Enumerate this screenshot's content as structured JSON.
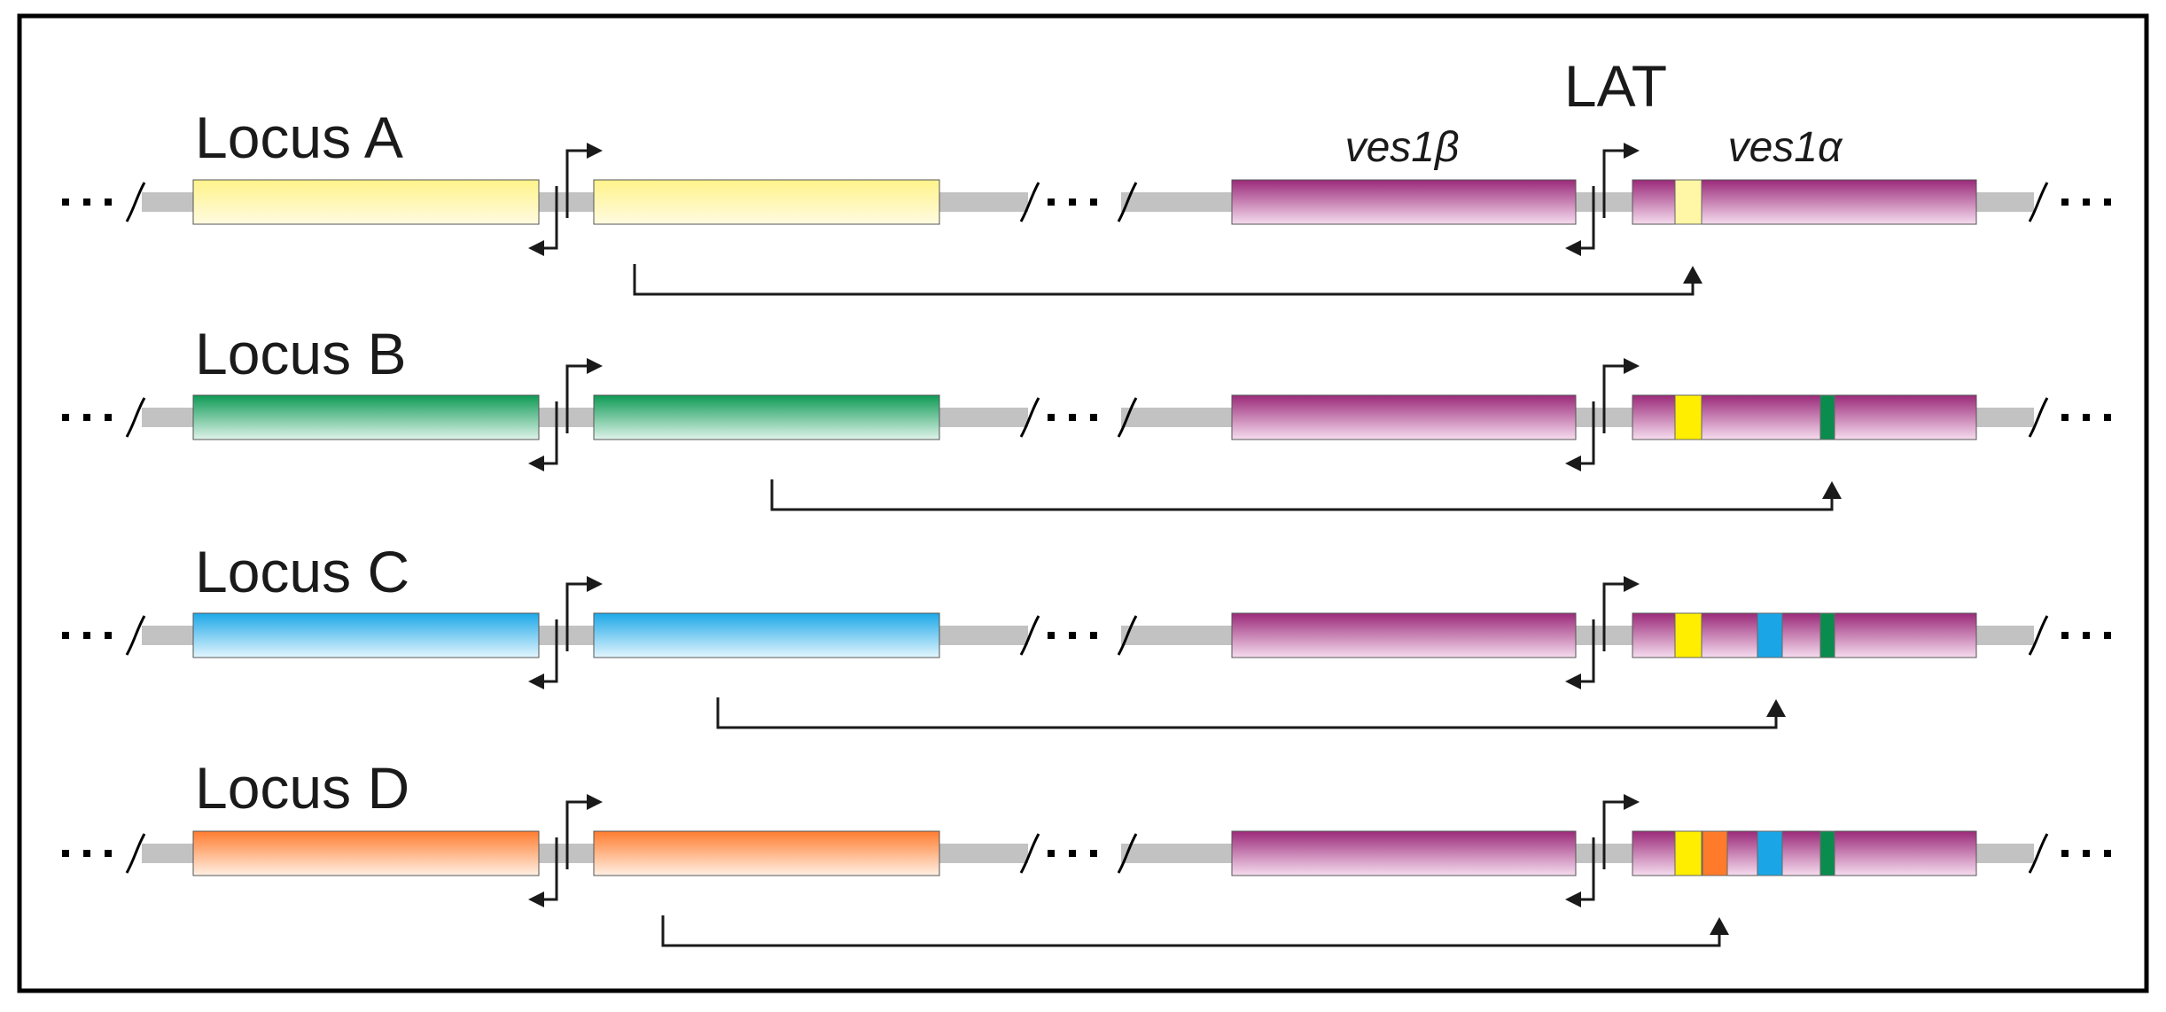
{
  "title": "LAT",
  "gene_labels": {
    "beta": "ves1β",
    "alpha": "ves1α"
  },
  "colors": {
    "border": "#000000",
    "backbone": "#c2c2c2",
    "ves1": "#9b2a7a",
    "ves1_light": "#f5dcee",
    "arrow": "#1a1a1a",
    "insert_yellow": "#ffee00",
    "insert_pale_yellow": "#fff7a6",
    "insert_green": "#0a8c4e",
    "insert_blue": "#1aa6e6",
    "insert_orange": "#ff7a2a"
  },
  "loci": [
    {
      "name": "Locus A",
      "gene_color": "#fff38a",
      "gene_color_light": "#fffbe0",
      "inserts": [
        "insert_pale_yellow"
      ]
    },
    {
      "name": "Locus B",
      "gene_color": "#0e9a55",
      "gene_color_light": "#dff3ea",
      "inserts": [
        "insert_yellow",
        "insert_green"
      ]
    },
    {
      "name": "Locus C",
      "gene_color": "#1ca8e8",
      "gene_color_light": "#e3f5fd",
      "inserts": [
        "insert_yellow",
        "insert_blue",
        "insert_green"
      ]
    },
    {
      "name": "Locus D",
      "gene_color": "#ff7d30",
      "gene_color_light": "#fff0e4",
      "inserts": [
        "insert_yellow",
        "insert_orange",
        "insert_blue",
        "insert_green"
      ]
    }
  ]
}
